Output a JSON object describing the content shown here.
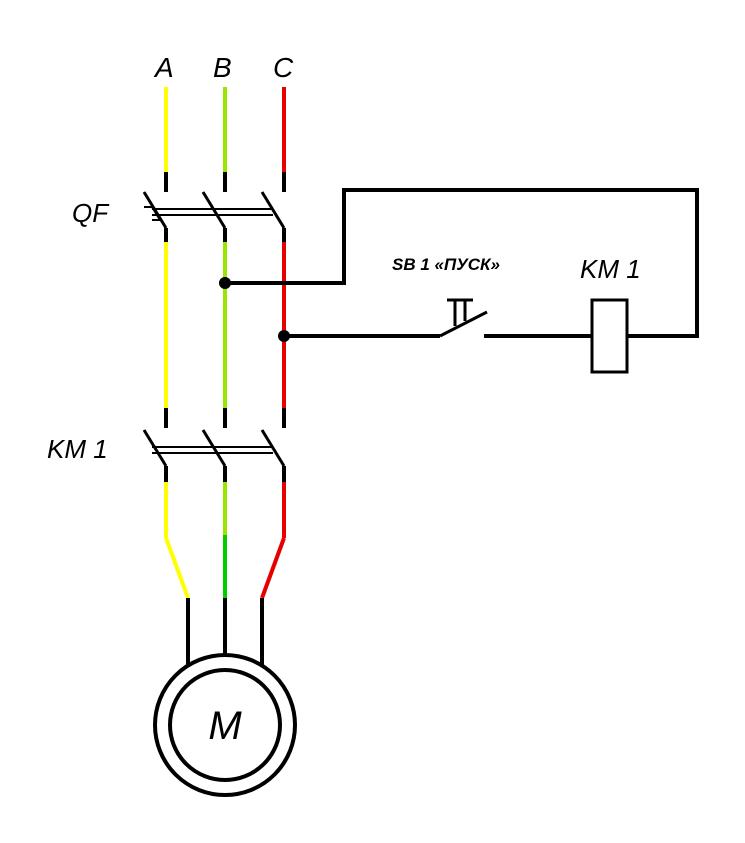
{
  "phases": {
    "a": {
      "label": "A",
      "color": "#ffff00"
    },
    "b": {
      "label": "B",
      "color": "#99e600"
    },
    "c": {
      "label": "C",
      "color": "#e60000"
    }
  },
  "motor_lead_color_b": "#00cc00",
  "wire_color": "#000000",
  "labels": {
    "breaker": "QF",
    "contactor": "KM 1",
    "start_button": "SB 1 «ПУСК»",
    "coil": "KM 1",
    "motor": "M"
  }
}
